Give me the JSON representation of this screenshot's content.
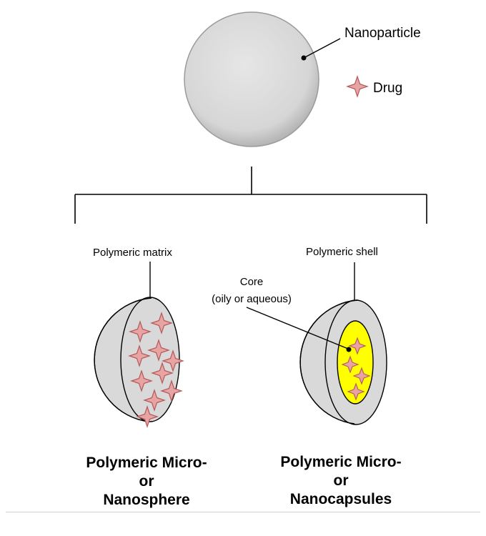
{
  "labels": {
    "nanoparticle": "Nanoparticle",
    "drug": "Drug",
    "polymeric_matrix": "Polymeric matrix",
    "polymeric_shell": "Polymeric shell",
    "core_line1": "Core",
    "core_line2": "(oily or aqueous)"
  },
  "titles": {
    "nanosphere": [
      "Polymeric Micro-",
      "or",
      "Nanosphere"
    ],
    "nanocapsule": [
      "Polymeric Micro-",
      "or",
      "Nanocapsules"
    ]
  },
  "colors": {
    "particle_gray": "#d9d9d9",
    "star_fill": "#e8a3a3",
    "star_stroke": "#b55a5a",
    "core_yellow": "#ffff00",
    "line": "#000000"
  }
}
